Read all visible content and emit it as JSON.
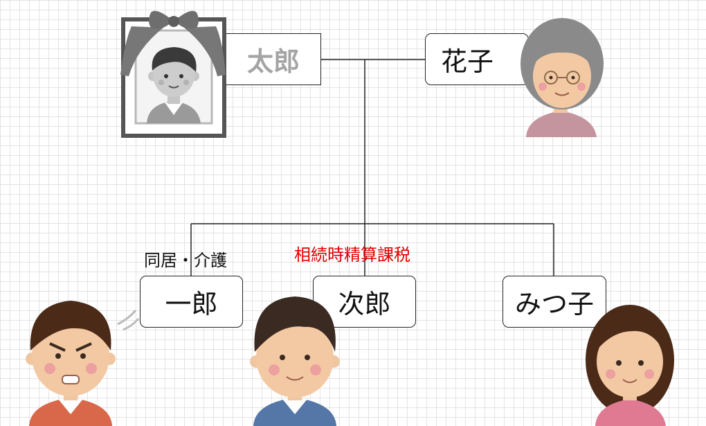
{
  "people": {
    "taro": {
      "name": "太郎",
      "status": "deceased"
    },
    "hanako": {
      "name": "花子"
    },
    "ichiro": {
      "name": "一郎"
    },
    "jiro": {
      "name": "次郎"
    },
    "mitsuko": {
      "name": "みつ子"
    }
  },
  "annotations": {
    "ichiro_note": "同居・介護",
    "jiro_note": "相続時精算課税"
  },
  "colors": {
    "line": "#222222",
    "deceased_text": "#a4a4a4",
    "note_red": "#e00000",
    "frame": "#555555",
    "ribbon": "#777777"
  }
}
